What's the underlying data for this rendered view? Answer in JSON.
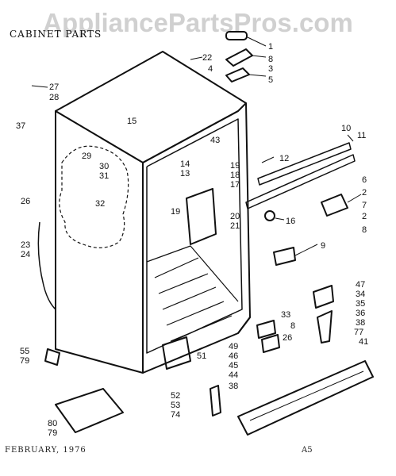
{
  "watermark": "AppliancePartsPros.com",
  "title": "CABINET PARTS",
  "footer": {
    "date": "FEBRUARY, 1976",
    "code": "A5"
  },
  "callouts": [
    "1",
    "8",
    "3",
    "4",
    "5",
    "22",
    "27",
    "28",
    "37",
    "15",
    "14",
    "13",
    "43",
    "12",
    "10",
    "11",
    "6",
    "2",
    "7",
    "2",
    "8",
    "16",
    "19",
    "18",
    "17",
    "20",
    "21",
    "19",
    "29",
    "30",
    "31",
    "32",
    "26",
    "23",
    "24",
    "9",
    "47",
    "34",
    "35",
    "36",
    "38",
    "33",
    "8",
    "26",
    "77",
    "41",
    "49",
    "46",
    "45",
    "44",
    "51",
    "52",
    "53",
    "74",
    "38",
    "55",
    "79",
    "80",
    "79"
  ]
}
